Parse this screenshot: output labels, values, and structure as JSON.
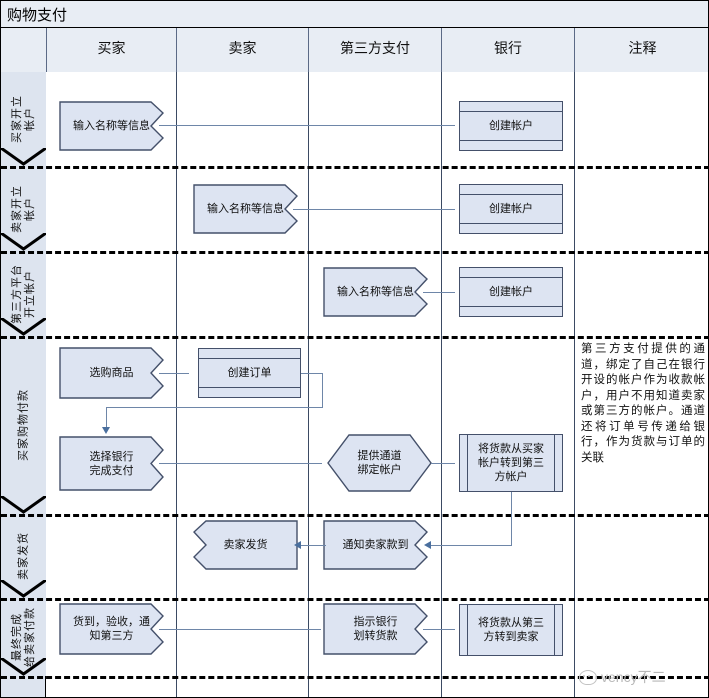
{
  "title": "购物支付",
  "columns": [
    {
      "key": "lane",
      "label": ""
    },
    {
      "key": "buyer",
      "label": "买家"
    },
    {
      "key": "seller",
      "label": "卖家"
    },
    {
      "key": "thirdparty",
      "label": "第三方支付"
    },
    {
      "key": "bank",
      "label": "银行"
    },
    {
      "key": "note",
      "label": "注释"
    }
  ],
  "lanes": [
    {
      "id": "lane-1",
      "label": "买家开立帐户",
      "lines": [
        "买家开立",
        "帐户"
      ]
    },
    {
      "id": "lane-2",
      "label": "卖家开立帐户",
      "lines": [
        "卖家开立",
        "帐户"
      ]
    },
    {
      "id": "lane-3",
      "label": "第三方平台开立帐户",
      "lines": [
        "第三方平台",
        "开立帐户"
      ]
    },
    {
      "id": "lane-4",
      "label": "买家购物付款",
      "lines": [
        "买家购物付款"
      ]
    },
    {
      "id": "lane-5",
      "label": "卖家发货",
      "lines": [
        "卖家发货"
      ]
    },
    {
      "id": "lane-6",
      "label": "最终完成给卖家付款",
      "lines": [
        "最终完成",
        "给卖家付款"
      ]
    }
  ],
  "nodes": {
    "n1": {
      "text": "输入名称等信息",
      "shape": "document",
      "lane": "lane-1",
      "column": "buyer"
    },
    "n2": {
      "text": "创建帐户",
      "shape": "internal-storage",
      "lane": "lane-1",
      "column": "bank"
    },
    "n3": {
      "text": "输入名称等信息",
      "shape": "document",
      "lane": "lane-2",
      "column": "seller"
    },
    "n4": {
      "text": "创建帐户",
      "shape": "internal-storage",
      "lane": "lane-2",
      "column": "bank"
    },
    "n5": {
      "text": "输入名称等信息",
      "shape": "document",
      "lane": "lane-3",
      "column": "thirdparty"
    },
    "n6": {
      "text": "创建帐户",
      "shape": "internal-storage",
      "lane": "lane-3",
      "column": "bank"
    },
    "n7": {
      "text": "选购商品",
      "shape": "document",
      "lane": "lane-4",
      "column": "buyer"
    },
    "n8": {
      "text": "创建订单",
      "shape": "internal-storage",
      "lane": "lane-4",
      "column": "seller"
    },
    "n9": {
      "text_line1": "选择银行",
      "text_line2": "完成支付",
      "shape": "document",
      "lane": "lane-4",
      "column": "buyer"
    },
    "n10": {
      "text_line1": "提供通道",
      "text_line2": "绑定帐户",
      "shape": "hexagon",
      "lane": "lane-4",
      "column": "thirdparty"
    },
    "n11": {
      "text_line1": "将货款从买家",
      "text_line2": "帐户转到第三",
      "text_line3": "方帐户",
      "shape": "predefined-process",
      "lane": "lane-4",
      "column": "bank"
    },
    "n12": {
      "text": "卖家发货",
      "shape": "left-notch",
      "lane": "lane-5",
      "column": "seller"
    },
    "n13": {
      "text": "通知卖家款到",
      "shape": "document",
      "lane": "lane-5",
      "column": "thirdparty"
    },
    "n14": {
      "text_line1": "货到，验收，通",
      "text_line2": "知第三方",
      "shape": "document",
      "lane": "lane-6",
      "column": "buyer"
    },
    "n15": {
      "text_line1": "指示银行",
      "text_line2": "划转货款",
      "shape": "document",
      "lane": "lane-6",
      "column": "thirdparty"
    },
    "n16": {
      "text_line1": "将货款从第三",
      "text_line2": "方转到卖家",
      "shape": "predefined-process",
      "lane": "lane-6",
      "column": "bank"
    }
  },
  "note": {
    "lane": "lane-4",
    "text": "第三方支付提供的通道，绑定了自己在银行开设的帐户作为收款帐户，用户不用知道卖家或第三方的帐户。通道还将订单号传递给银行，作为货款与订单的关联"
  },
  "watermark": {
    "text": "vency不二",
    "icon": "wechat-icon"
  },
  "colors": {
    "shape_fill": "#dde4f2",
    "shape_stroke": "#44506a",
    "lane_fill": "#dde4ef",
    "header_fill": "#e8edf4",
    "connector": "#6e86a8",
    "arrow": "#4a6f9e",
    "border": "#000000"
  }
}
